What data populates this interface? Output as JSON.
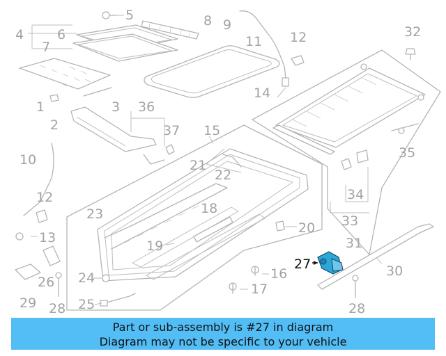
{
  "diagram": {
    "part_labels": [
      "1",
      "2",
      "3",
      "4",
      "5",
      "6",
      "7",
      "8",
      "9",
      "10",
      "11",
      "12",
      "12",
      "13",
      "14",
      "15",
      "16",
      "17",
      "18",
      "19",
      "20",
      "21",
      "22",
      "23",
      "24",
      "25",
      "26",
      "27",
      "28",
      "28",
      "29",
      "30",
      "31",
      "32",
      "33",
      "34",
      "35",
      "36",
      "37"
    ],
    "highlighted_part": "27",
    "highlight_color": "#2ea6d8"
  },
  "banner": {
    "line1": "Part or sub-assembly is #27 in diagram",
    "line2": "Diagram may not be specific to your vehicle",
    "background": "#53bdf5"
  }
}
